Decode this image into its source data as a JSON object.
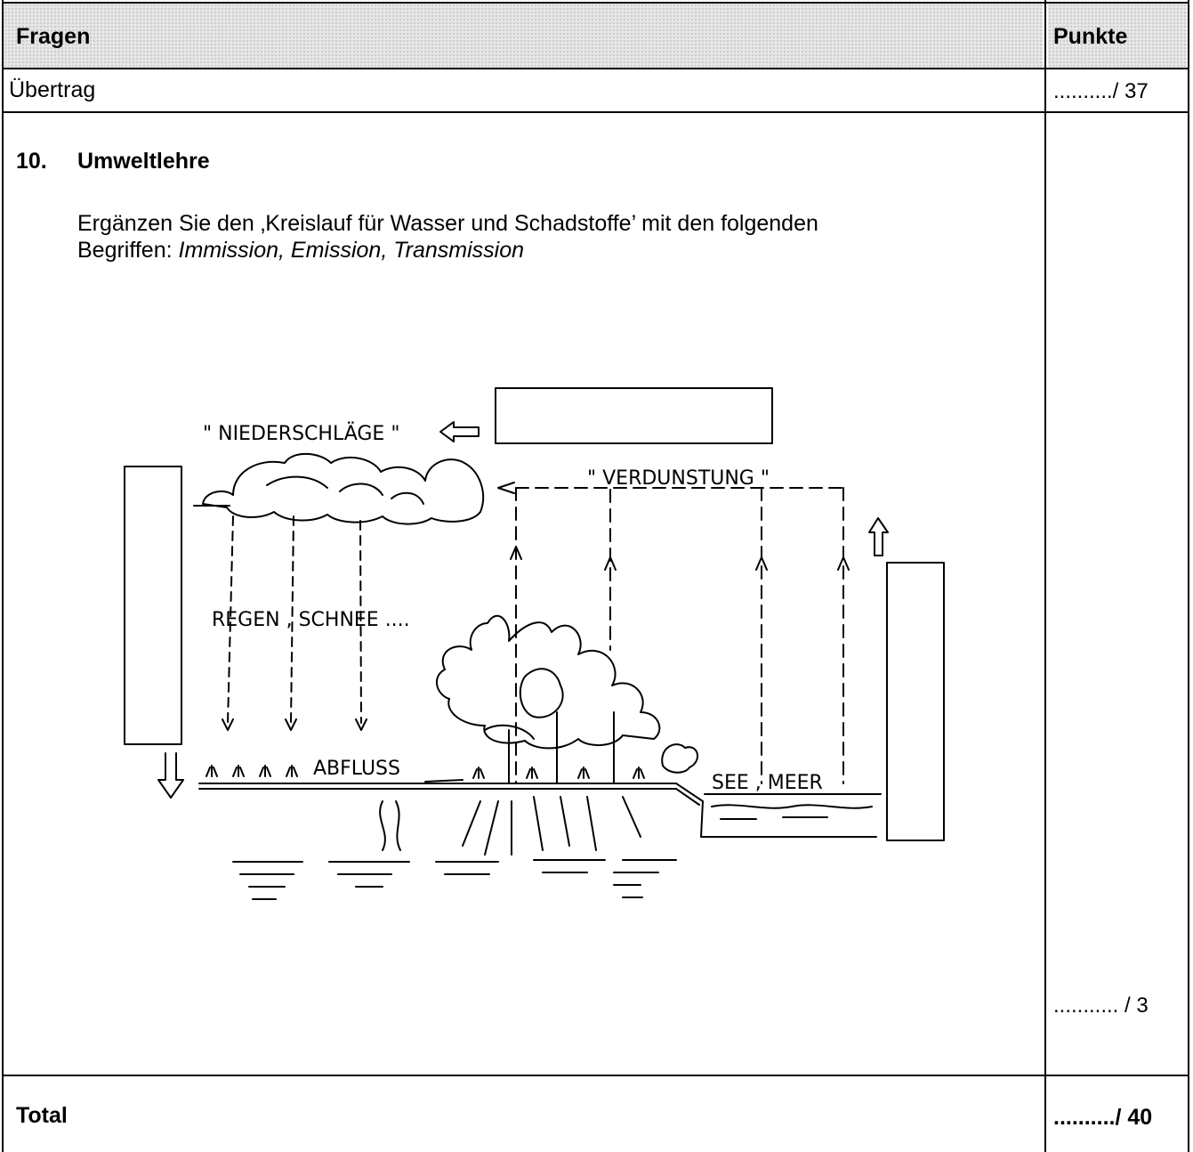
{
  "header": {
    "col_questions": "Fragen",
    "col_points": "Punkte"
  },
  "carry": {
    "label": "Übertrag",
    "points": "........../ 37"
  },
  "question": {
    "number": "10.",
    "title": "Umweltlehre",
    "instruction_line1": "Ergänzen Sie den ‚Kreislauf für Wasser und Schadstoffe’ mit den folgenden",
    "instruction_prefix": "Begriffen: ",
    "terms": "Immission, Emission, Transmission",
    "points": "........... / 3"
  },
  "diagram": {
    "label_precipitation": "\" NIEDERSCHLÄGE \"",
    "label_evaporation": "\" VERDUNSTUNG \"",
    "label_rain_snow": "REGEN ,  SCHNEE ....",
    "label_runoff": "ABFLUSS",
    "label_lake_sea": "SEE ,  MEER"
  },
  "total": {
    "label": "Total",
    "points": "........../ 40"
  }
}
